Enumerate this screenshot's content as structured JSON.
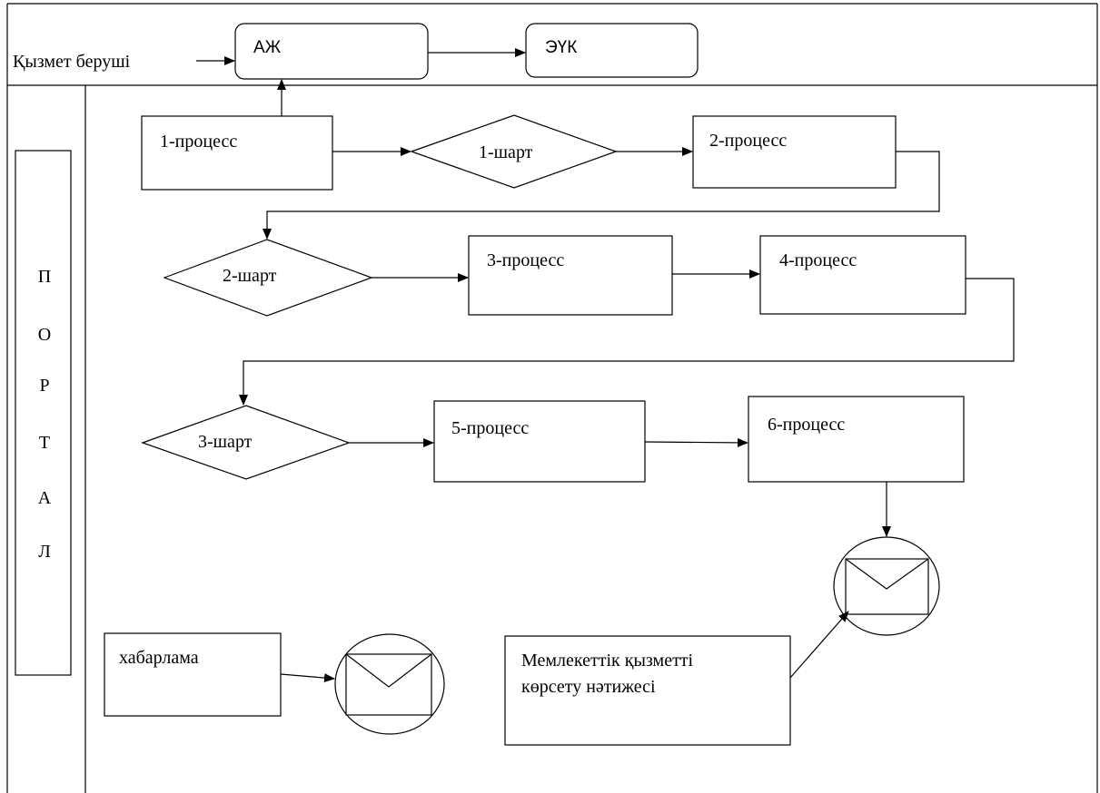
{
  "top_lane": {
    "provider_label": "Қызмет беруші",
    "box_aj": "АЖ",
    "box_euk": "ЭҮК"
  },
  "portal": {
    "letters": [
      "П",
      "О",
      "Р",
      "Т",
      "А",
      "Л"
    ]
  },
  "processes": [
    "1-процесс",
    "2-процесс",
    "3-процесс",
    "4-процесс",
    "5-процесс",
    "6-процесс"
  ],
  "conditions": [
    "1-шарт",
    "2-шарт",
    "3-шарт"
  ],
  "notification": {
    "label": "хабарлама"
  },
  "result": {
    "line1": "Мемлекеттік қызметті",
    "line2": "көрсету  нәтижесі"
  },
  "colors": {
    "stroke": "#000000",
    "background": "#ffffff"
  }
}
